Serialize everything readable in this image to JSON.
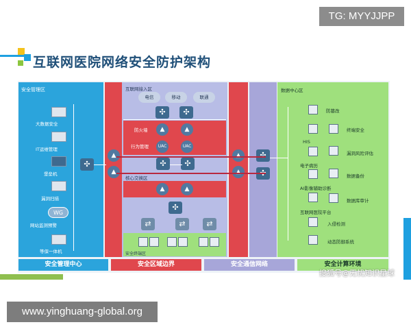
{
  "header": {
    "tg_label": "TG: MYYJJPP",
    "title": "互联网医院网络安全防护架构"
  },
  "left_zone": {
    "title": "安全管理区",
    "items": [
      "大数据安全",
      "IT运维管理",
      "堡垒机",
      "漏洞扫描",
      "网站监测预警",
      "等保一体机"
    ],
    "wg_icon": "WG"
  },
  "center_zone": {
    "internet_title": "互联网接入区",
    "clouds": [
      "电信",
      "移动",
      "联通"
    ],
    "firewall_label": "防火墙",
    "behavior_label": "行为管理",
    "uac": "UAC",
    "core_label": "核心交换区",
    "server_label": "安全终端区"
  },
  "right_zone": {
    "title": "数据中心区",
    "items": [
      {
        "name": "防篡改"
      },
      {
        "name": "终端安全"
      },
      {
        "name": "HIS"
      },
      {
        "name": "漏洞风险评估"
      },
      {
        "name": "电子病历"
      },
      {
        "name": "数据备份"
      },
      {
        "name": "AI影像辅助诊断"
      },
      {
        "name": "数据库审计"
      },
      {
        "name": "互联网医院平台"
      },
      {
        "name": "入侵检测"
      },
      {
        "name": "动态防御系统"
      }
    ]
  },
  "bottom_bars": [
    "安全管理中心",
    "安全区域边界",
    "安全通信网络",
    "安全计算环境"
  ],
  "watermarks": {
    "site": "www.yinghuang-global.org",
    "sohu": "搜狐号@无忧知识星球"
  },
  "colors": {
    "blue": "#2ba4dc",
    "red": "#e0474d",
    "lavender": "#a7a6d9",
    "green": "#9fe07d",
    "title": "#1f4f78"
  }
}
